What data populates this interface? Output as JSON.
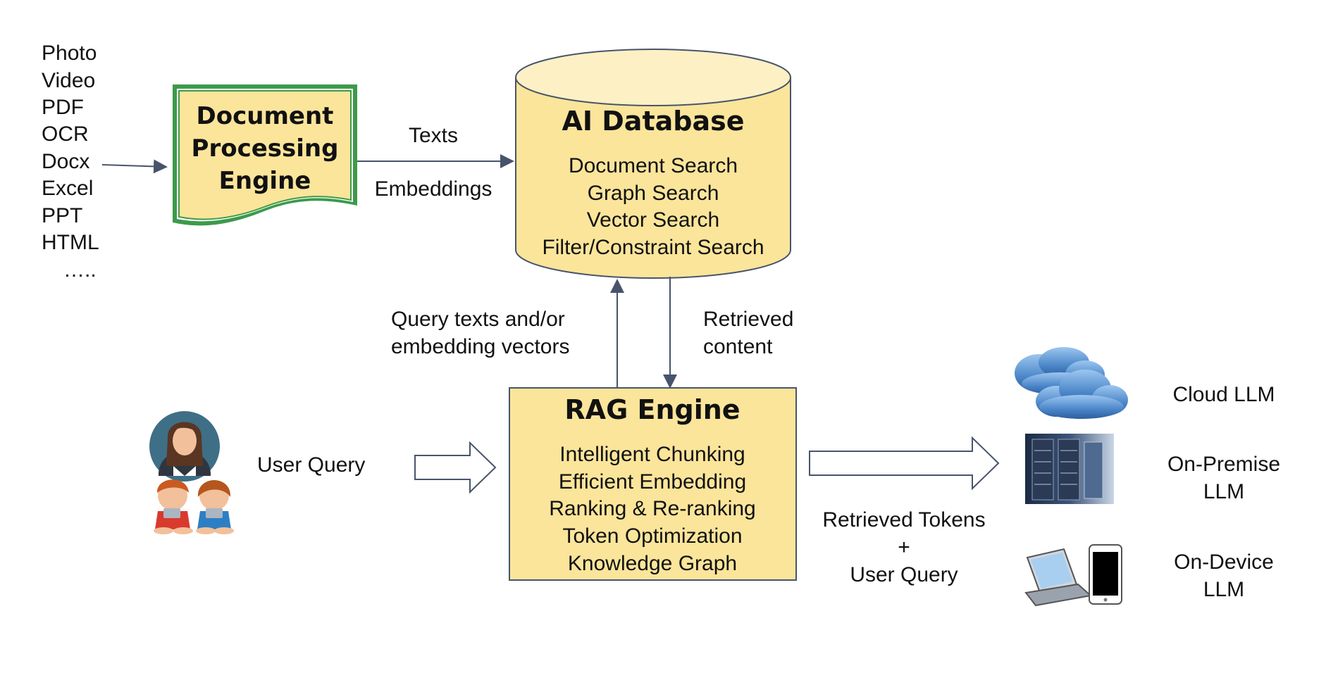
{
  "input_formats": [
    "Photo",
    "Video",
    "PDF",
    "OCR",
    "Docx",
    "Excel",
    "PPT",
    "HTML",
    "….."
  ],
  "doc_engine": {
    "lines": [
      "Document",
      "Processing",
      "Engine"
    ]
  },
  "link_doc_db": {
    "top": "Texts",
    "bottom": "Embeddings"
  },
  "ai_database": {
    "title": "AI Database",
    "items": [
      "Document Search",
      "Graph Search",
      "Vector Search",
      "Filter/Constraint Search"
    ]
  },
  "query_label": [
    "Query texts and/or",
    "embedding vectors"
  ],
  "retrieved_label": [
    "Retrieved",
    "content"
  ],
  "user_query_label": "User Query",
  "rag_engine": {
    "title": "RAG Engine",
    "items": [
      "Intelligent Chunking",
      "Efficient Embedding",
      "Ranking & Re-ranking",
      "Token Optimization",
      "Knowledge Graph"
    ]
  },
  "output_label": [
    "Retrieved Tokens",
    "+",
    "User Query"
  ],
  "llms": {
    "cloud": [
      "Cloud LLM"
    ],
    "on_premise": [
      "On-Premise",
      "LLM"
    ],
    "on_device": [
      "On-Device",
      "LLM"
    ]
  },
  "colors": {
    "box_fill": "#fbe59b",
    "cylinder_top": "#fdf0c4",
    "stroke": "#48546b",
    "doc_border": "#3d9a4a",
    "cloud": "#4b86c8"
  },
  "icons": {
    "users": "people-icon",
    "cloud": "cloud-icon",
    "server": "server-rack-icon",
    "devices": "laptop-phone-icon"
  }
}
